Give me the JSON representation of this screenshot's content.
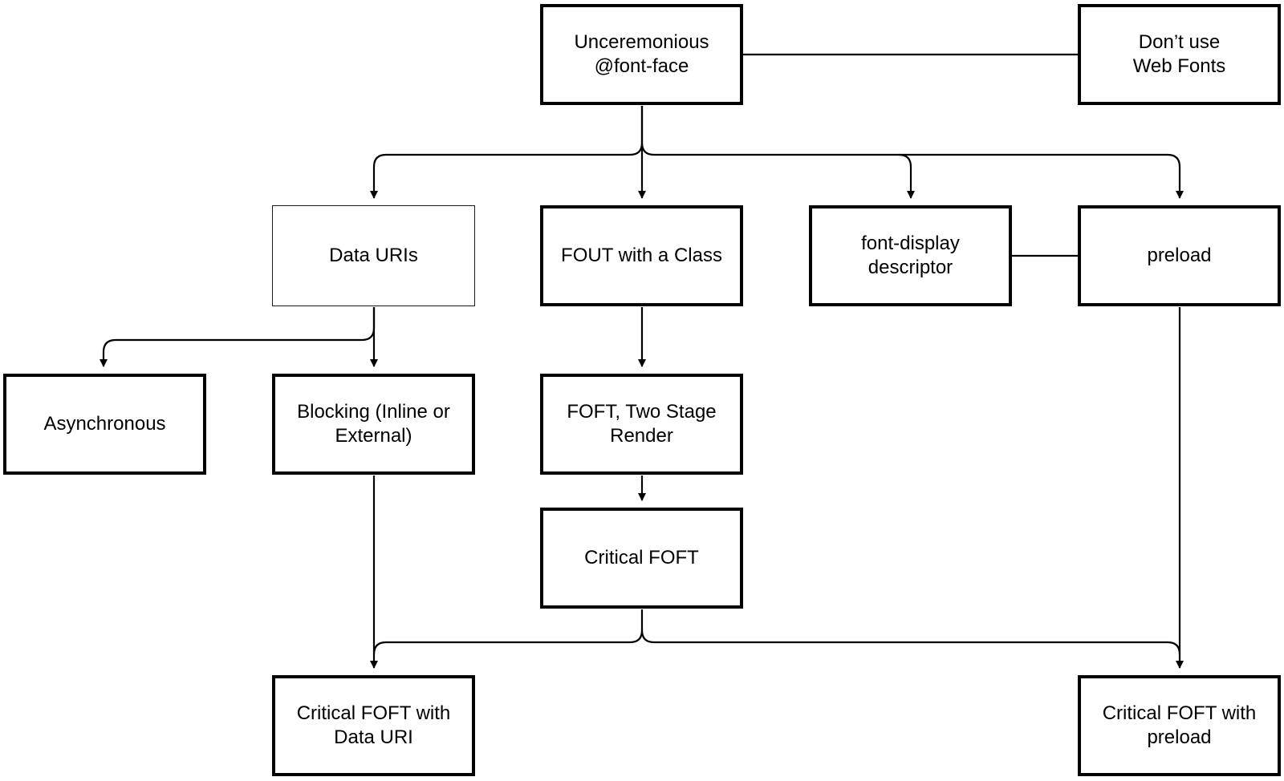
{
  "nodes": {
    "unceremonious": "Unceremonious\n@font-face",
    "dont_use": "Don’t use\nWeb Fonts",
    "data_uris": "Data URIs",
    "fout_class": "FOUT with a Class",
    "font_display": "font-display\ndescriptor",
    "preload": "preload",
    "asynchronous": "Asynchronous",
    "blocking": "Blocking (Inline or\nExternal)",
    "foft_two_stage": "FOFT, Two Stage\nRender",
    "critical_foft": "Critical FOFT",
    "critical_foft_data_uri": "Critical FOFT with\nData URI",
    "critical_foft_preload": "Critical FOFT with\npreload"
  },
  "colors": {
    "line": "#000000",
    "border": "#000000",
    "background": "#ffffff"
  }
}
